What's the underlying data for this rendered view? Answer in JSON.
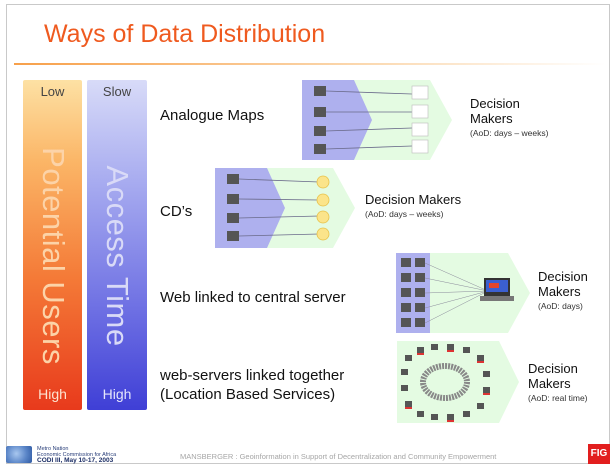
{
  "slide": {
    "title": "Ways of Data Distribution"
  },
  "bars": {
    "users": {
      "top": "Low",
      "label": "Potential Users",
      "bottom": "High"
    },
    "time": {
      "top": "Slow",
      "label": "Access Time",
      "bottom": "High"
    }
  },
  "rows": [
    {
      "label": "Analogue Maps",
      "dm_title": "Decision Makers",
      "aod": "(AoD: days – weeks)"
    },
    {
      "label": "CD’s",
      "dm_title": "Decision Makers",
      "aod": "(AoD: days – weeks)"
    },
    {
      "label": "Web linked to central server",
      "dm_title": "Decision Makers",
      "aod": "(AoD: days)"
    },
    {
      "label_line1": "web-servers linked together",
      "label_line2": "(Location Based Services)",
      "dm_title": "Decision Makers",
      "aod": "(AoD: real time)"
    }
  ],
  "footer": {
    "left_line1": "Metro Nation",
    "left_line2": "Economic Commission for Africa",
    "date": "CODI III, May 10-17, 2003",
    "center": "MANSBERGER : Geoinformation in Support of Decentralization and Community Empowerment",
    "logo_right": "FIG"
  },
  "colors": {
    "title": "#ef5a1f",
    "panel_green": "#e4fbe2",
    "panel_blue": "#aeb0ee"
  },
  "icons": [
    "computer-icon",
    "document-icon",
    "cd-icon",
    "laptop-icon",
    "network-icon",
    "globe-logo-icon",
    "fig-logo-icon"
  ]
}
